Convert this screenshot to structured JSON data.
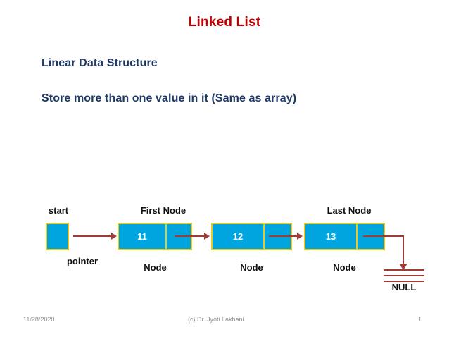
{
  "slide": {
    "title": "Linked List",
    "bullets": [
      "Linear Data Structure",
      "Store more than one value in it (Same as array)"
    ]
  },
  "diagram": {
    "labels": {
      "start": "start",
      "pointer": "pointer",
      "first_node": "First Node",
      "last_node": "Last Node",
      "node": "Node",
      "null": "NULL"
    },
    "nodes": [
      {
        "value": "11",
        "caption": "Node",
        "top_caption": "First Node"
      },
      {
        "value": "12",
        "caption": "Node",
        "top_caption": ""
      },
      {
        "value": "13",
        "caption": "Node",
        "top_caption": "Last Node"
      }
    ],
    "colors": {
      "node_fill": "#00A5DF",
      "node_border": "#E8C82B",
      "arrow": "#A13B35",
      "value_text": "#FFFFFF",
      "label_text": "#111111"
    }
  },
  "theme": {
    "title_color": "#C00000",
    "body_color": "#1F3864",
    "footer_color": "#8C8C8C",
    "background": "#FFFFFF"
  },
  "footer": {
    "date": "11/28/2020",
    "center": "(c) Dr. Jyoti Lakhani",
    "page": "1"
  }
}
